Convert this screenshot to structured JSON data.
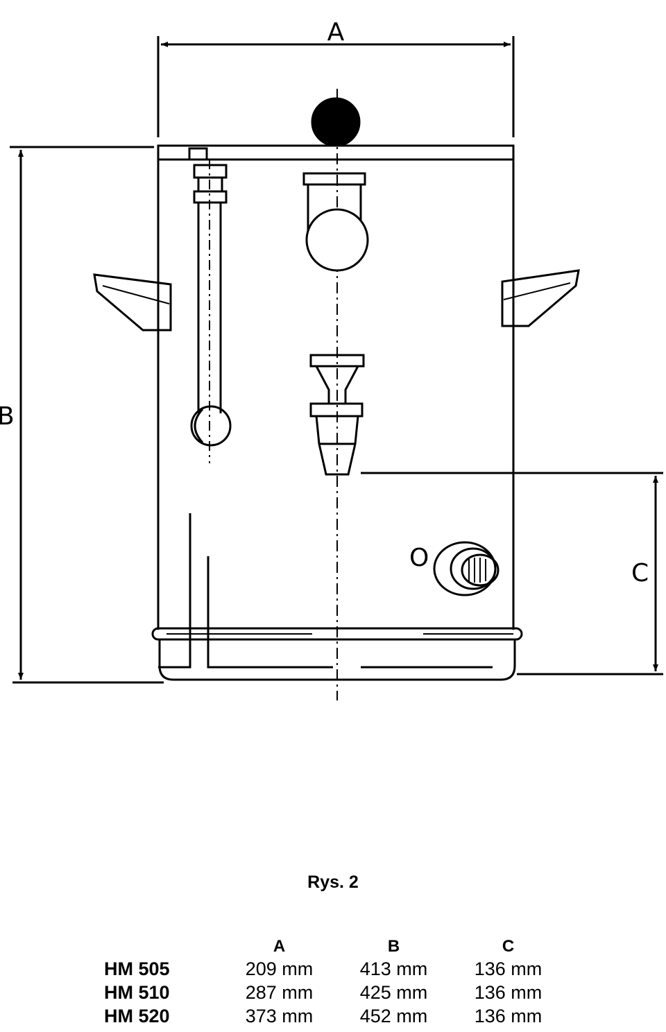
{
  "figure": {
    "dimension_labels": {
      "a": "A",
      "b": "B",
      "c": "C"
    },
    "switch_mark": "O"
  },
  "caption": "Rys. 2",
  "table": {
    "headers": [
      "A",
      "B",
      "C"
    ],
    "rows": [
      {
        "model": "HM 505",
        "a": "209 mm",
        "b": "413 mm",
        "c": "136 mm"
      },
      {
        "model": "HM 510",
        "a": "287 mm",
        "b": "425 mm",
        "c": "136 mm"
      },
      {
        "model": "HM 520",
        "a": "373 mm",
        "b": "452 mm",
        "c": "136 mm"
      }
    ]
  }
}
